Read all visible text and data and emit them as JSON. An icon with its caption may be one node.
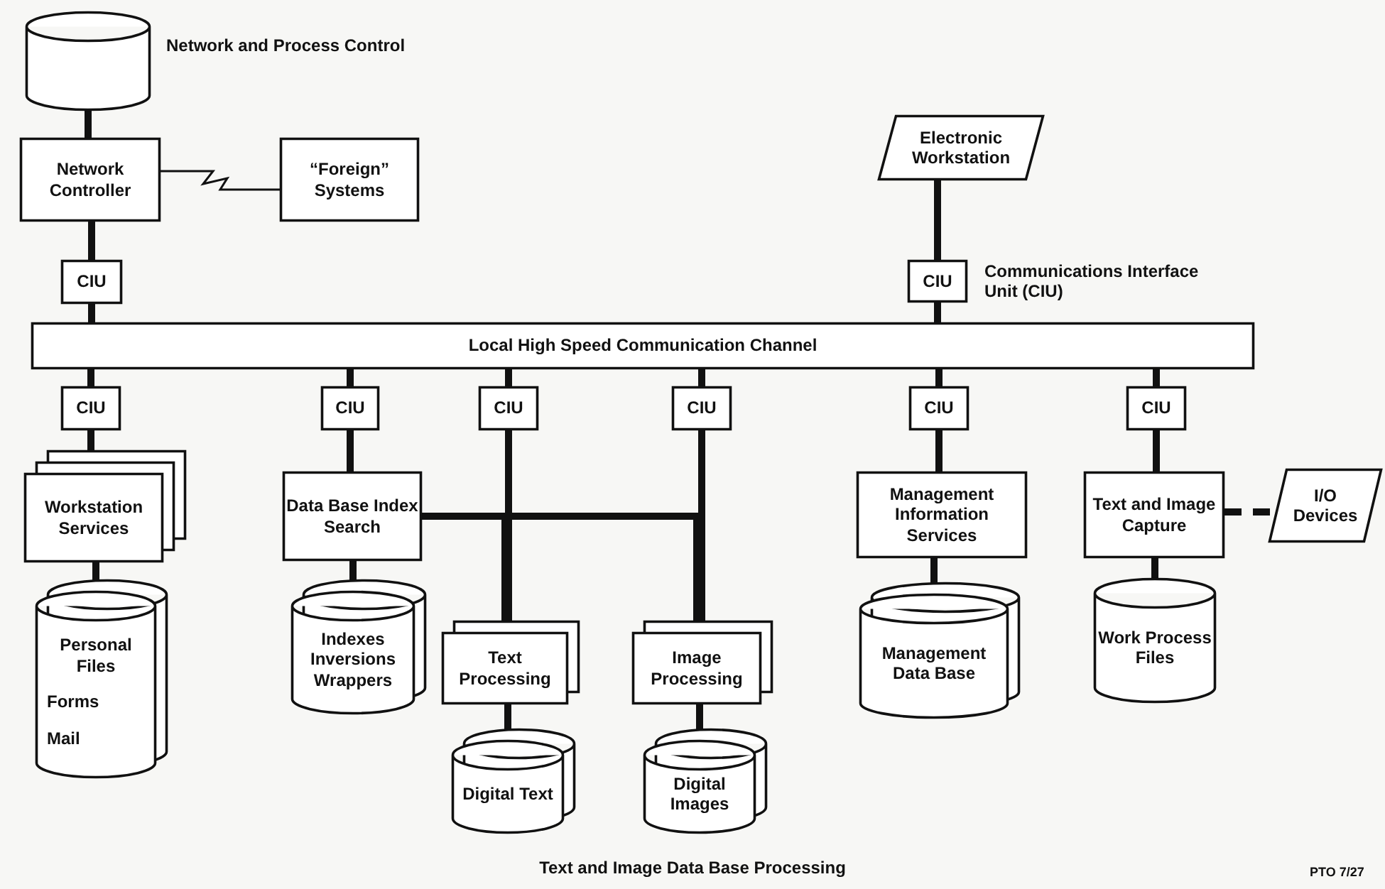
{
  "diagram": {
    "caption": "Text and Image Data Base Processing",
    "nodes": [
      {
        "text": [],
        "shape": "cylinder",
        "beside": [
          "Network and Process Control"
        ]
      },
      {
        "text": [
          "Network Controller"
        ]
      },
      {
        "text": [
          "“Foreign” Systems"
        ]
      },
      {
        "text": [
          "Electronic Workstation"
        ]
      },
      {
        "text": [
          "CIU"
        ]
      },
      {
        "text": [
          "CIU"
        ],
        "beside": [
          "Communications Interface Unit (CIU)"
        ]
      },
      {
        "text": [
          "Local High Speed Communication Channel"
        ]
      },
      {
        "text": [
          "CIU"
        ]
      },
      {
        "text": [
          "CIU"
        ]
      },
      {
        "text": [
          "CIU"
        ]
      },
      {
        "text": [
          "CIU"
        ]
      },
      {
        "text": [
          "CIU"
        ]
      },
      {
        "text": [
          "CIU"
        ]
      },
      {
        "text": [
          "Workstation Services"
        ]
      },
      {
        "text": [
          "Personal Files",
          "Forms",
          "Mail"
        ]
      },
      {
        "text": [
          "Data Base Index Search"
        ]
      },
      {
        "text": [
          "Indexes Inversions Wrappers"
        ]
      },
      {
        "text": [
          "Text Processing"
        ]
      },
      {
        "text": [
          "Digital Text"
        ]
      },
      {
        "text": [
          "Image Processing"
        ]
      },
      {
        "text": [
          "Digital Images"
        ]
      },
      {
        "text": [
          "Management Information Services"
        ]
      },
      {
        "text": [
          "Management Data Base"
        ]
      },
      {
        "text": [
          "Text and Image Capture"
        ]
      },
      {
        "text": [
          "I/O Devices"
        ]
      },
      {
        "text": [
          "Work Process Files"
        ]
      }
    ],
    "edges": [
      {
        "from": 0,
        "to": 1,
        "arrow": "none"
      },
      {
        "from": 1,
        "to": 2,
        "arrow": "none"
      },
      {
        "from": 1,
        "to": 4,
        "arrow": "none"
      },
      {
        "from": 4,
        "to": 6,
        "arrow": "none"
      },
      {
        "from": 3,
        "to": 5,
        "arrow": "none"
      },
      {
        "from": 5,
        "to": 6,
        "arrow": "none"
      },
      {
        "from": 6,
        "to": 7,
        "arrow": "none"
      },
      {
        "from": 6,
        "to": 8,
        "arrow": "none"
      },
      {
        "from": 6,
        "to": 9,
        "arrow": "none"
      },
      {
        "from": 6,
        "to": 10,
        "arrow": "none"
      },
      {
        "from": 6,
        "to": 11,
        "arrow": "none"
      },
      {
        "from": 6,
        "to": 12,
        "arrow": "none"
      },
      {
        "from": 7,
        "to": 13,
        "arrow": "none"
      },
      {
        "from": 13,
        "to": 14,
        "arrow": "none"
      },
      {
        "from": 8,
        "to": 15,
        "arrow": "none"
      },
      {
        "from": 15,
        "to": 16,
        "arrow": "none"
      },
      {
        "from": 9,
        "to": 17,
        "arrow": "none"
      },
      {
        "from": 15,
        "to": 17,
        "arrow": "none"
      },
      {
        "from": 15,
        "to": 19,
        "arrow": "none"
      },
      {
        "from": 10,
        "to": 19,
        "arrow": "none"
      },
      {
        "from": 17,
        "to": 18,
        "arrow": "none"
      },
      {
        "from": 19,
        "to": 20,
        "arrow": "none"
      },
      {
        "from": 11,
        "to": 21,
        "arrow": "none"
      },
      {
        "from": 21,
        "to": 22,
        "arrow": "none"
      },
      {
        "from": 12,
        "to": 23,
        "arrow": "none"
      },
      {
        "from": 23,
        "to": 24,
        "arrow": "none",
        "style": "dashed"
      },
      {
        "from": 23,
        "to": 25,
        "arrow": "none"
      }
    ],
    "labels": [
      "PTO 7/27"
    ]
  }
}
